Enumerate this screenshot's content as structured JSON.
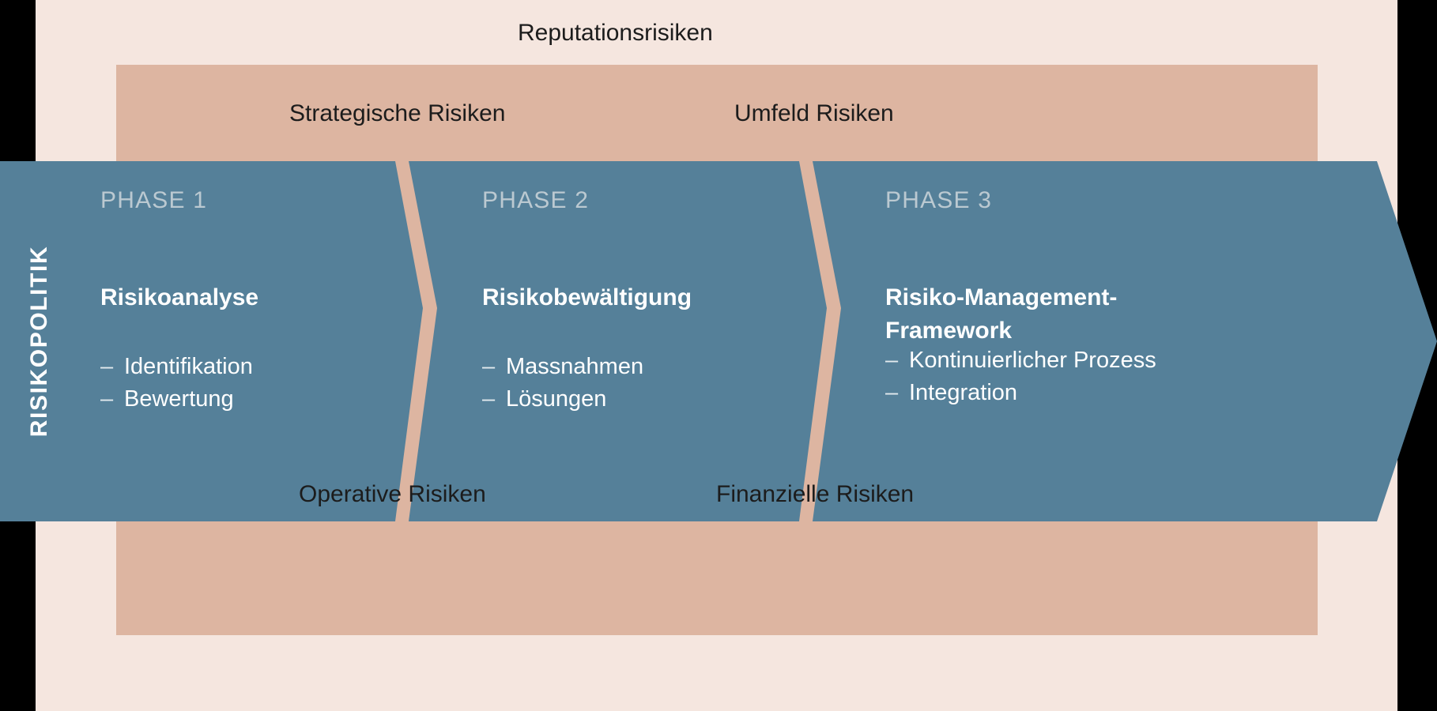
{
  "colors": {
    "background_cream": "#F5E6DF",
    "band_salmon": "#DDB5A1",
    "bar_blue": "#558099",
    "text_dark": "#1C1C1C",
    "text_white": "#FFFFFF",
    "text_muted": "#BBC9D1"
  },
  "policy": {
    "label": "RISIKOPOLITIK"
  },
  "risks": {
    "reputation": "Reputationsrisiken",
    "strategic": "Strategische Risiken",
    "environment": "Umfeld Risiken",
    "operational": "Operative Risiken",
    "financial": "Finanzielle Risiken"
  },
  "phases": [
    {
      "kicker": "PHASE 1",
      "title": "Risikoanalyse",
      "items": [
        "Identifikation",
        "Bewertung"
      ],
      "bullet": "–"
    },
    {
      "kicker": "PHASE 2",
      "title": "Risikobewältigung",
      "items": [
        "Massnahmen",
        "Lösungen"
      ],
      "bullet": "–"
    },
    {
      "kicker": "PHASE 3",
      "title": "Risiko-Management-Framework",
      "items": [
        "Kontinuierlicher Prozess",
        "Integration"
      ],
      "bullet": "–"
    }
  ]
}
